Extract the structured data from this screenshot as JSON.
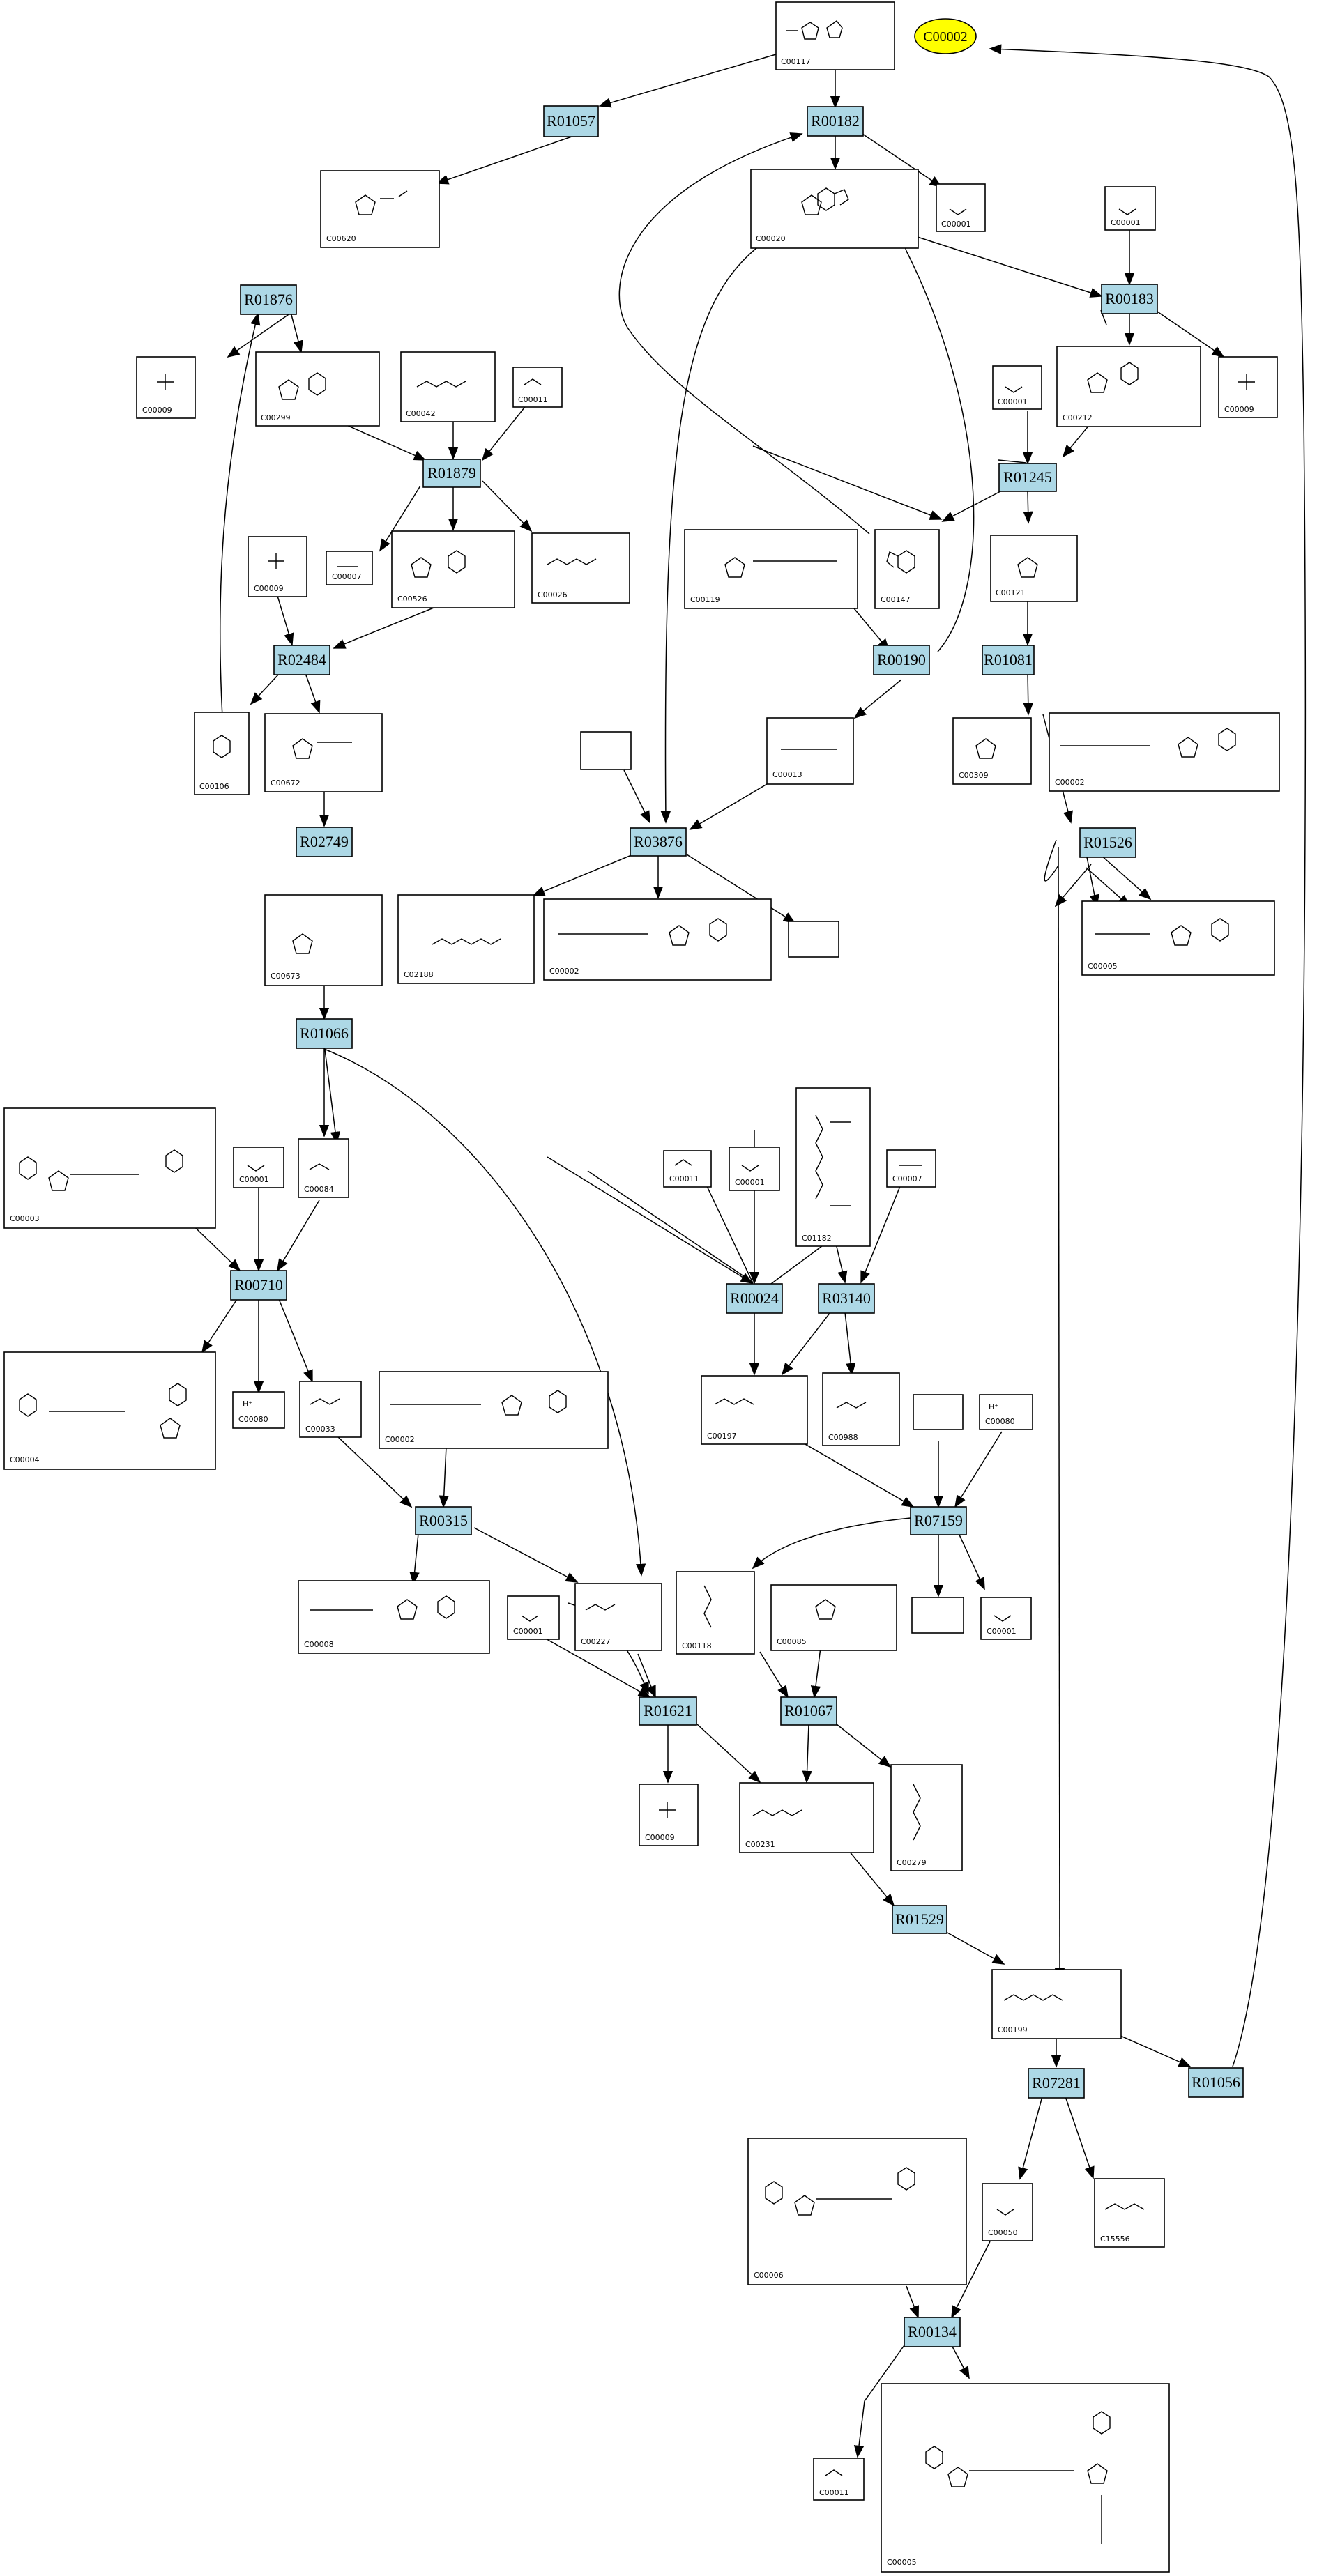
{
  "highlight": {
    "label": "C00002",
    "color": "#ffff00"
  },
  "colors": {
    "reaction_fill": "#add8e6",
    "compound_fill": "#ffffff",
    "line": "#000000"
  },
  "reactions": {
    "R01057": "R01057",
    "R00182": "R00182",
    "R01876": "R01876",
    "R00183": "R00183",
    "R01879": "R01879",
    "R01245": "R01245",
    "R02484": "R02484",
    "R00190": "R00190",
    "R01081": "R01081",
    "R03876": "R03876",
    "R01526": "R01526",
    "R02749": "R02749",
    "R01066": "R01066",
    "R00710": "R00710",
    "R00024": "R00024",
    "R03140": "R03140",
    "R07159": "R07159",
    "R00315": "R00315",
    "R01621": "R01621",
    "R01067": "R01067",
    "R01529": "R01529",
    "R07281": "R07281",
    "R01056": "R01056",
    "R00134": "R00134"
  },
  "compounds": {
    "c_top": "C00117",
    "c_620": "C00620",
    "c_020": "C00020",
    "c_001a": "C00001",
    "c_001b": "C00001",
    "c_009a": "C00009",
    "c_299": "C00299",
    "c_042": "C00042",
    "c_011a": "C00011",
    "c_212": "C00212",
    "c_009b": "C00009",
    "c_001c": "C00001",
    "c_007a": "C00007",
    "c_526": "C00526",
    "c_026": "C00026",
    "c_009c": "C00009",
    "c_119": "C00119",
    "c_147": "C00147",
    "c_121": "C00121",
    "c_106": "C00106",
    "c_672": "C00672",
    "c_013": "C00013",
    "c_309": "C00309",
    "c_002a": "C00002",
    "c_188": "C02188",
    "c_002b": "C00002",
    "c_005": "C00005",
    "c_673": "C00673",
    "c_003": "C00003",
    "c_001d": "C00001",
    "c_084": "C00084",
    "c_011b": "C00011",
    "c_001e": "C00001",
    "c_1182": "C01182",
    "c_007b": "C00007",
    "c_004": "C00004",
    "c_080a": "C00080",
    "c_033": "C00033",
    "c_002c": "C00002",
    "c_197": "C00197",
    "c_988": "C00988",
    "c_080b": "C00080",
    "c_008": "C00008",
    "c_227": "C00227",
    "c_001f": "C00001",
    "c_118": "C00118",
    "c_085": "C00085",
    "c_001g": "C00001",
    "c_009d": "C00009",
    "c_231": "C00231",
    "c_279": "C00279",
    "c_199": "C00199",
    "c_006": "C00006",
    "c_050": "C00050",
    "c_15556": "C15556",
    "c_011c": "C00011",
    "c_005b": "C00005"
  }
}
